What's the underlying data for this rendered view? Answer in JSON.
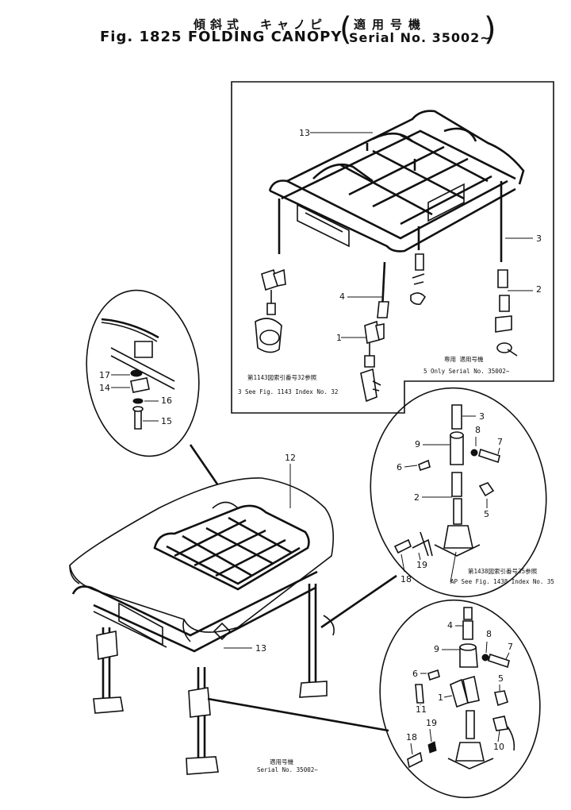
{
  "header": {
    "jp_title": "傾斜式　キャノピ",
    "fig_title": "Fig. 1825  FOLDING CANOPY",
    "jp_applicable": "適用号機",
    "serial": "Serial No. 35002~"
  },
  "callouts": {
    "c1": "1",
    "c2": "2",
    "c3": "3",
    "c4": "4",
    "c5": "5",
    "c6": "6",
    "c7": "7",
    "c8": "8",
    "c9": "9",
    "c10": "10",
    "c11": "11",
    "c12": "12",
    "c13": "13",
    "c14": "14",
    "c15": "15",
    "c16": "16",
    "c17": "17",
    "c18": "18",
    "c19": "19"
  },
  "notes": {
    "see_1143_jp": "第1143図索引番号32参照",
    "see_1143": "3  See Fig. 1143 Index No. 32",
    "only_jp": "専用  適用号機",
    "only_serial": "5  Only  Serial No. 35002~",
    "see_1438_jp": "第1438図索引番号35参照",
    "see_1438": "AP  See Fig. 1438 Index No. 35",
    "bottom_jp": "適用号機",
    "bottom_serial": "Serial No. 35002~"
  }
}
